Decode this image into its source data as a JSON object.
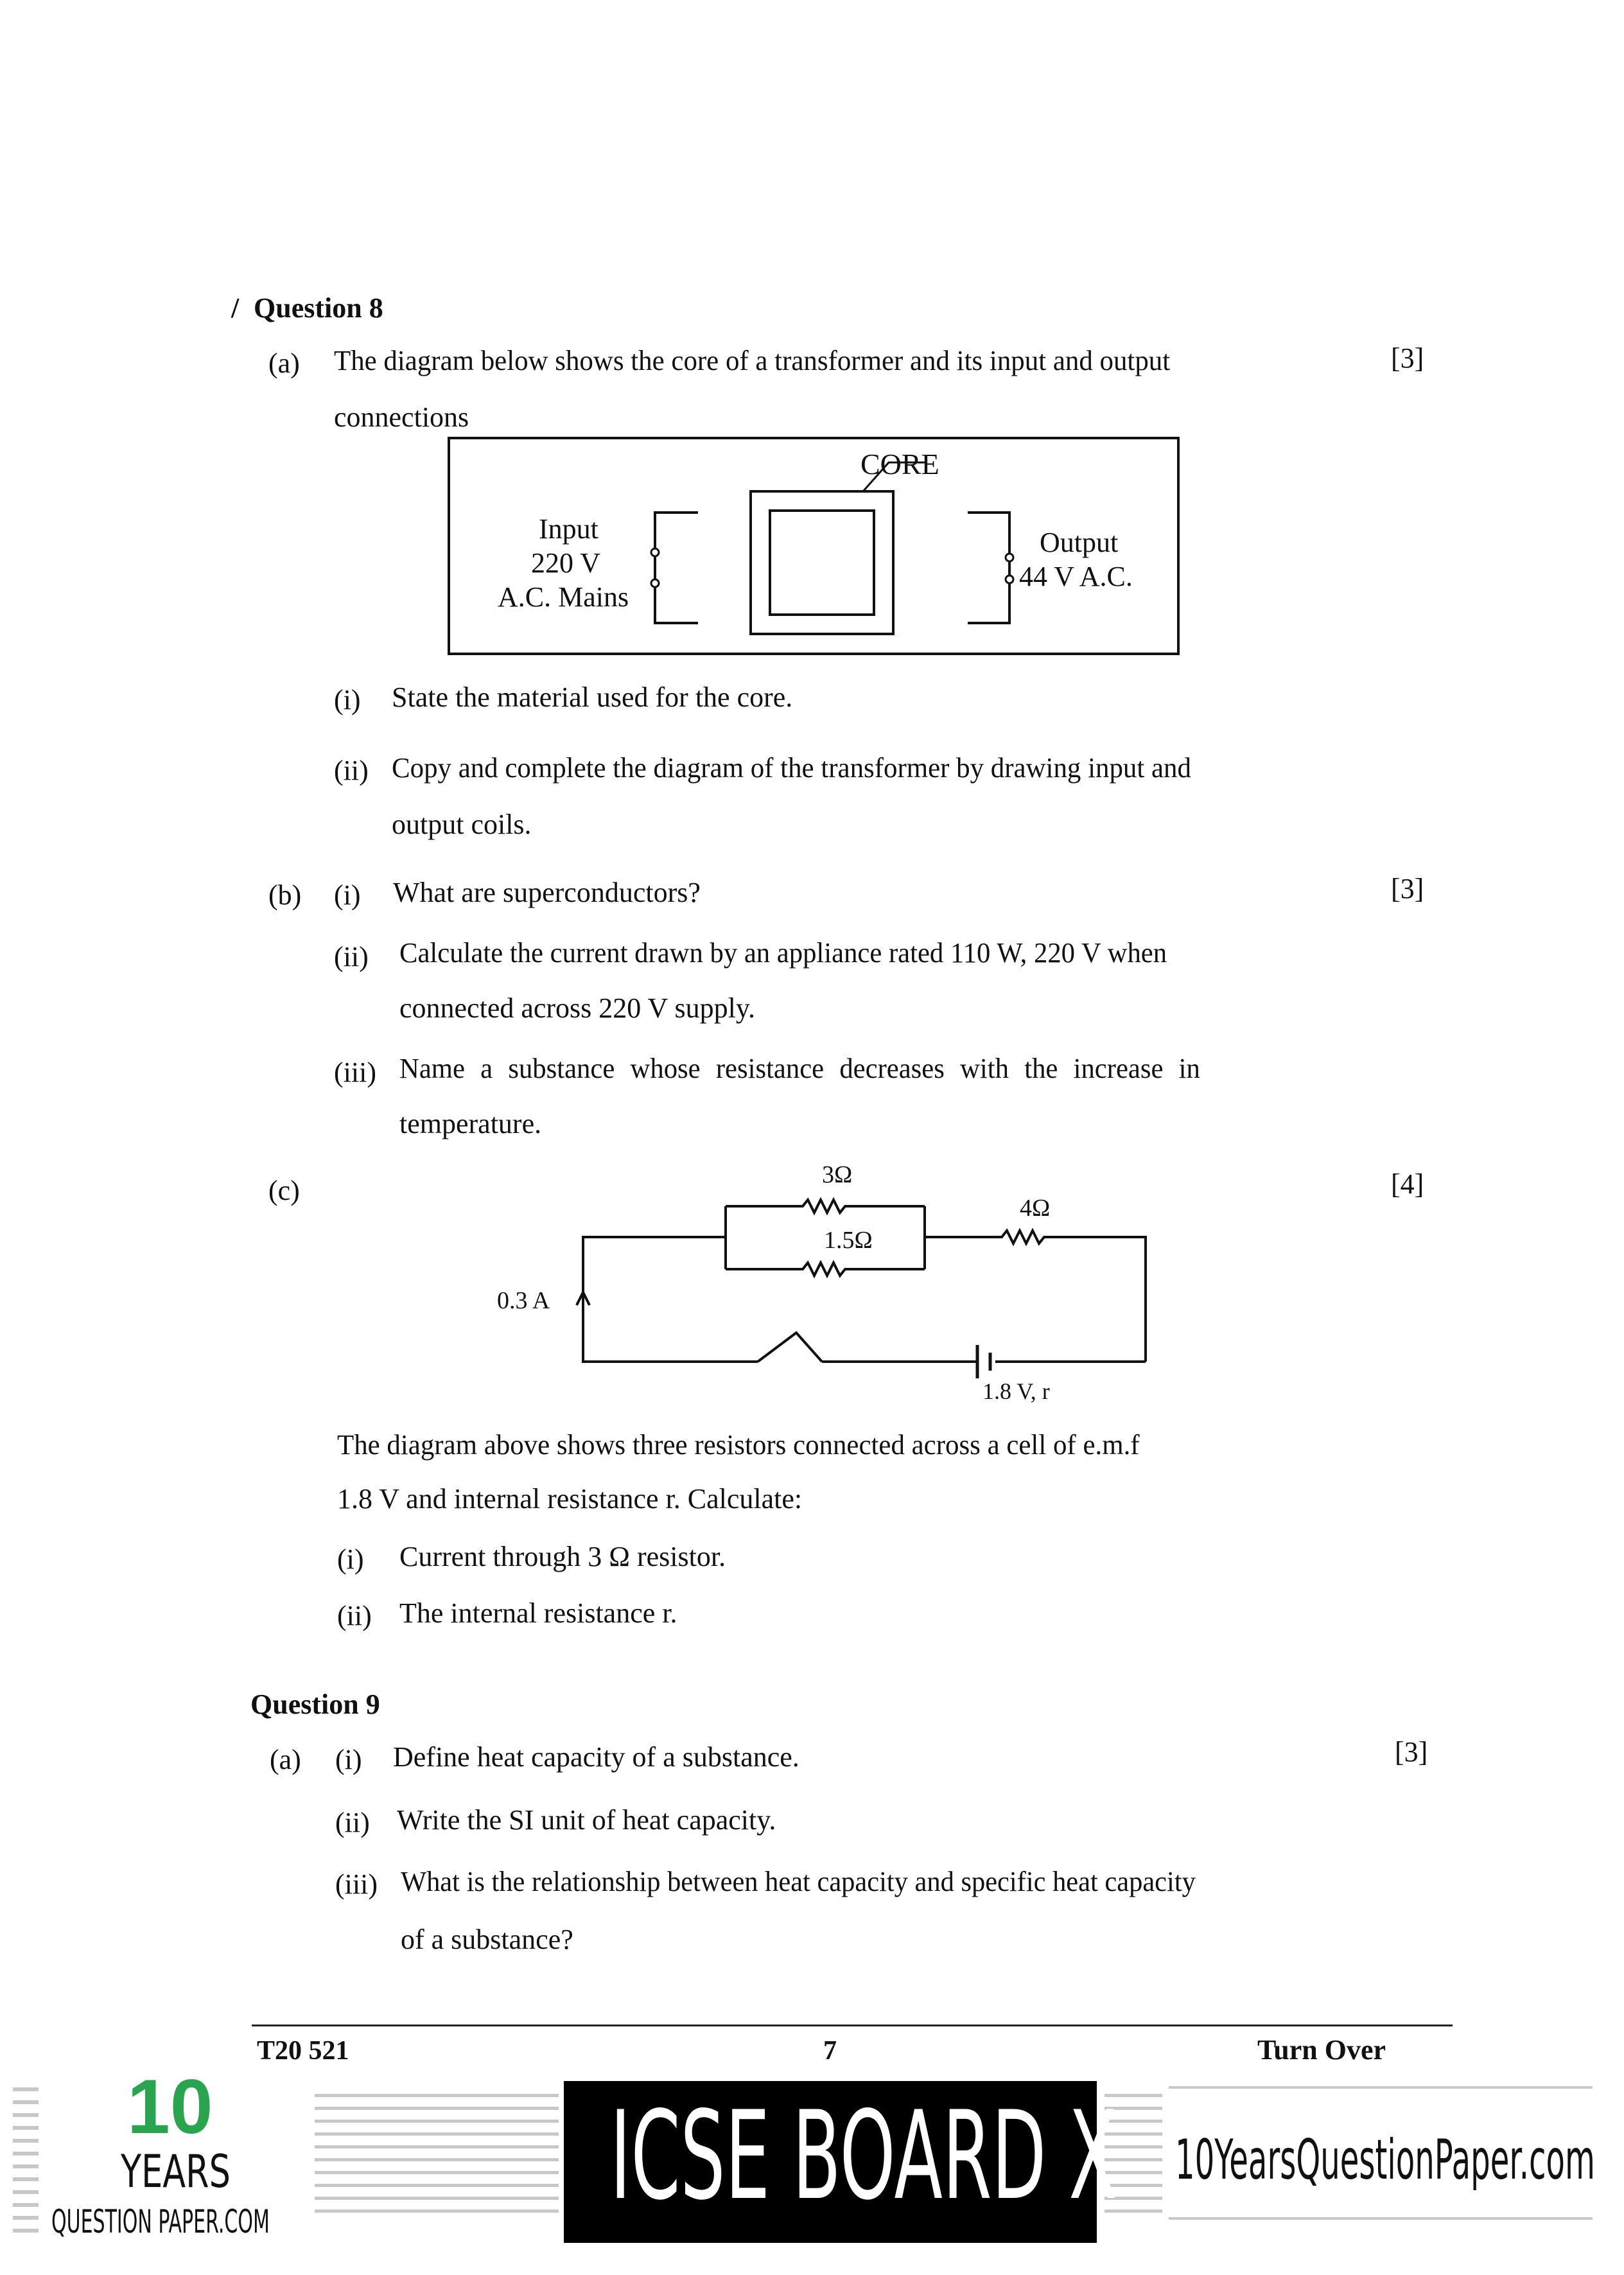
{
  "question8": {
    "title": "Question 8",
    "a": {
      "label": "(a)",
      "text_line1": "The diagram below shows the core of a transformer and its input and output",
      "text_line2": "connections",
      "marks": "[3]",
      "diagram": {
        "core_label": "CORE",
        "input_label": "Input",
        "input_voltage": "220 V",
        "input_mains": "A.C. Mains",
        "output_label": "Output",
        "output_voltage": "44 V A.C."
      },
      "i_label": "(i)",
      "i_text": "State the material used for the core.",
      "ii_label": "(ii)",
      "ii_line1": "Copy and complete the diagram of the transformer by drawing input and",
      "ii_line2": "output coils."
    },
    "b": {
      "label": "(b)",
      "marks": "[3]",
      "i_label": "(i)",
      "i_text": "What are superconductors?",
      "ii_label": "(ii)",
      "ii_line1": "Calculate the current drawn by an appliance rated 110 W, 220 V when",
      "ii_line2": "connected across 220 V supply.",
      "iii_label": "(iii)",
      "iii_line1": "Name a substance whose resistance decreases with the increase in",
      "iii_line2": "temperature."
    },
    "c": {
      "label": "(c)",
      "marks": "[4]",
      "circuit": {
        "r1": "3Ω",
        "r2": "1.5Ω",
        "r3": "4Ω",
        "current": "0.3 A",
        "cell": "1.8 V, r"
      },
      "text_line1": "The diagram above shows three resistors connected across a cell of e.m.f",
      "text_line2": "1.8 V and internal resistance r. Calculate:",
      "i_label": "(i)",
      "i_text": "Current through 3 Ω resistor.",
      "ii_label": "(ii)",
      "ii_text": "The internal resistance r."
    }
  },
  "question9": {
    "title": "Question 9",
    "a": {
      "label": "(a)",
      "marks": "[3]",
      "i_label": "(i)",
      "i_text": "Define heat capacity of a substance.",
      "ii_label": "(ii)",
      "ii_text": "Write the SI unit of heat capacity.",
      "iii_label": "(iii)",
      "iii_line1": "What is the relationship between heat capacity and specific heat capacity",
      "iii_line2": "of a substance?"
    }
  },
  "footer": {
    "code": "T20 521",
    "page_number": "7",
    "turn_over": "Turn Over"
  },
  "banner": {
    "logo_number": "10",
    "logo_years": "YEARS",
    "logo_site": "QUESTION PAPER.COM",
    "board": "ICSE BOARD X",
    "website": "10YearsQuestionPaper.com"
  }
}
